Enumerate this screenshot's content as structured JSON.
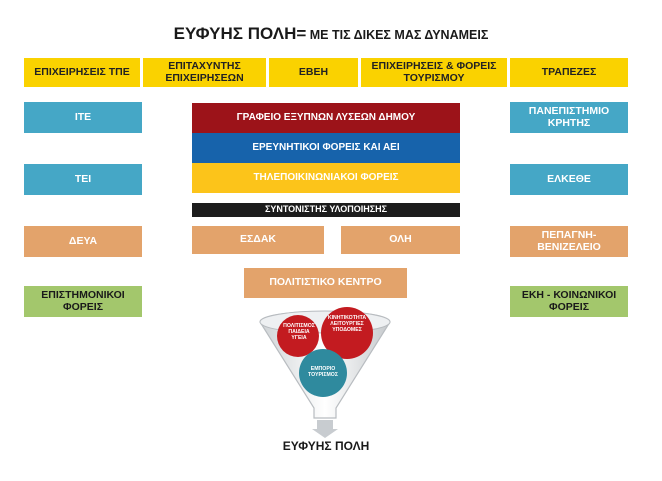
{
  "title": {
    "main": "ΕΥΦΥΗΣ ΠΟΛΗ=",
    "sub": " ΜΕ ΤΙΣ ΔΙΚΕΣ ΜΑΣ ΔΥΝΑΜΕΙΣ"
  },
  "top_row": [
    "ΕΠΙΧΕΙΡΗΣΕΙΣ ΤΠΕ",
    "ΕΠΙΤΑΧΥΝΤΗΣ ΕΠΙΧΕΙΡΗΣΕΩΝ",
    "ΕΒΕΗ",
    "ΕΠΙΧΕΙΡΗΣΕΙΣ & ΦΟΡΕΙΣ ΤΟΥΡΙΣΜΟΥ",
    "ΤΡΑΠΕΖΕΣ"
  ],
  "left_column": [
    "ΙΤΕ",
    "ΤΕΙ",
    "ΔΕΥΑ",
    "ΕΠΙΣΤΗΜΟΝΙΚΟΙ ΦΟΡΕΙΣ"
  ],
  "right_column": [
    "ΠΑΝΕΠΙΣΤΗΜΙΟ ΚΡΗΤΗΣ",
    "ΕΛΚΕΘΕ",
    "ΠΕΠΑΓΝΗ-ΒΕΝΙΖΕΛΕΙΟ",
    "ΕΚΗ - ΚΟΙΝΩΝΙΚΟΙ ΦΟΡΕΙΣ"
  ],
  "center_stack": [
    "ΓΡΑΦΕΙΟ ΕΞΥΠΝΩΝ ΛΥΣΕΩΝ ΔΗΜΟΥ",
    "ΕΡΕΥΝΗΤΙΚΟΙ ΦΟΡΕΙΣ ΚΑΙ ΑΕΙ",
    "ΤΗΛΕΠΟΙΚΙΝΩΝΙΑΚΟΙ ΦΟΡΕΙΣ"
  ],
  "coordinator": "ΣΥΝΤΟΝΙΣΤΗΣ ΥΛΟΠΟΙΗΣΗΣ",
  "middle_row": [
    "ΕΣΔΑΚ",
    "ΟΛΗ"
  ],
  "culture_center": "ΠΟΛΙΤΙΣΤΙΚΟ ΚΕΝΤΡΟ",
  "funnel": {
    "circle_left": "ΠΟΛΙΤΙΣΜΟΣ ΠΑΙΔΕΙΑ ΥΓΕΙΑ",
    "circle_right": "ΚΙΝΗΤΙΚΟΤΗΤΑ ΛΕΙΤΟΥΡΓΙΕΣ ΥΠΟΔΟΜΕΣ",
    "circle_bottom": "ΕΜΠΟΡΙΟ ΤΟΥΡΙΣΜΟΣ",
    "output": "ΕΥΦΥΗΣ ΠΟΛΗ"
  },
  "colors": {
    "yellow": "#fad200",
    "blue": "#45a7c6",
    "orange": "#e3a36b",
    "green": "#a3c76c",
    "red": "#9c1319",
    "dark_blue": "#1763ab",
    "teal": "#2f8a9e"
  }
}
